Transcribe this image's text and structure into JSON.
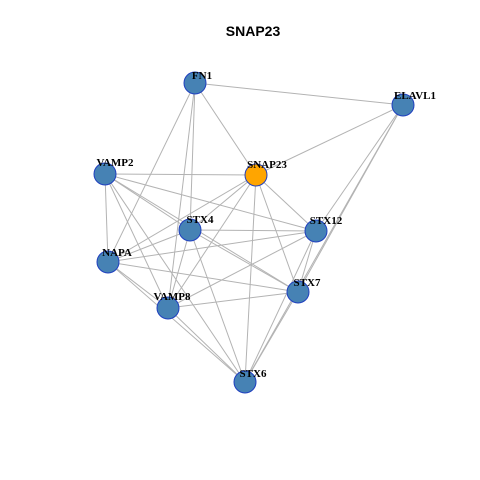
{
  "title": "SNAP23",
  "colors": {
    "default_node": "#4682b4",
    "focus_node": "#ffa500",
    "node_border": "#1f3fbf",
    "edge": "#b3b3b3"
  },
  "nodes": [
    {
      "id": "FN1",
      "label": "FN1",
      "focus": false
    },
    {
      "id": "ELAVL1",
      "label": "ELAVL1",
      "focus": false
    },
    {
      "id": "VAMP2",
      "label": "VAMP2",
      "focus": false
    },
    {
      "id": "SNAP23",
      "label": "SNAP23",
      "focus": true
    },
    {
      "id": "STX4",
      "label": "STX4",
      "focus": false
    },
    {
      "id": "STX12",
      "label": "STX12",
      "focus": false
    },
    {
      "id": "NAPA",
      "label": "NAPA",
      "focus": false
    },
    {
      "id": "STX7",
      "label": "STX7",
      "focus": false
    },
    {
      "id": "VAMP8",
      "label": "VAMP8",
      "focus": false
    },
    {
      "id": "STX6",
      "label": "STX6",
      "focus": false
    }
  ],
  "edges": [
    [
      "FN1",
      "ELAVL1"
    ],
    [
      "FN1",
      "SNAP23"
    ],
    [
      "FN1",
      "STX4"
    ],
    [
      "FN1",
      "NAPA"
    ],
    [
      "FN1",
      "VAMP8"
    ],
    [
      "ELAVL1",
      "SNAP23"
    ],
    [
      "ELAVL1",
      "STX12"
    ],
    [
      "ELAVL1",
      "STX7"
    ],
    [
      "ELAVL1",
      "STX6"
    ],
    [
      "VAMP2",
      "SNAP23"
    ],
    [
      "VAMP2",
      "STX4"
    ],
    [
      "VAMP2",
      "STX12"
    ],
    [
      "VAMP2",
      "NAPA"
    ],
    [
      "VAMP2",
      "STX7"
    ],
    [
      "VAMP2",
      "VAMP8"
    ],
    [
      "VAMP2",
      "STX6"
    ],
    [
      "SNAP23",
      "STX4"
    ],
    [
      "SNAP23",
      "STX12"
    ],
    [
      "SNAP23",
      "NAPA"
    ],
    [
      "SNAP23",
      "STX7"
    ],
    [
      "SNAP23",
      "VAMP8"
    ],
    [
      "SNAP23",
      "STX6"
    ],
    [
      "STX4",
      "STX12"
    ],
    [
      "STX4",
      "NAPA"
    ],
    [
      "STX4",
      "STX7"
    ],
    [
      "STX4",
      "VAMP8"
    ],
    [
      "STX4",
      "STX6"
    ],
    [
      "STX12",
      "NAPA"
    ],
    [
      "STX12",
      "STX7"
    ],
    [
      "STX12",
      "VAMP8"
    ],
    [
      "STX12",
      "STX6"
    ],
    [
      "NAPA",
      "STX7"
    ],
    [
      "NAPA",
      "VAMP8"
    ],
    [
      "NAPA",
      "STX6"
    ],
    [
      "STX7",
      "VAMP8"
    ],
    [
      "STX7",
      "STX6"
    ],
    [
      "VAMP8",
      "STX6"
    ]
  ]
}
